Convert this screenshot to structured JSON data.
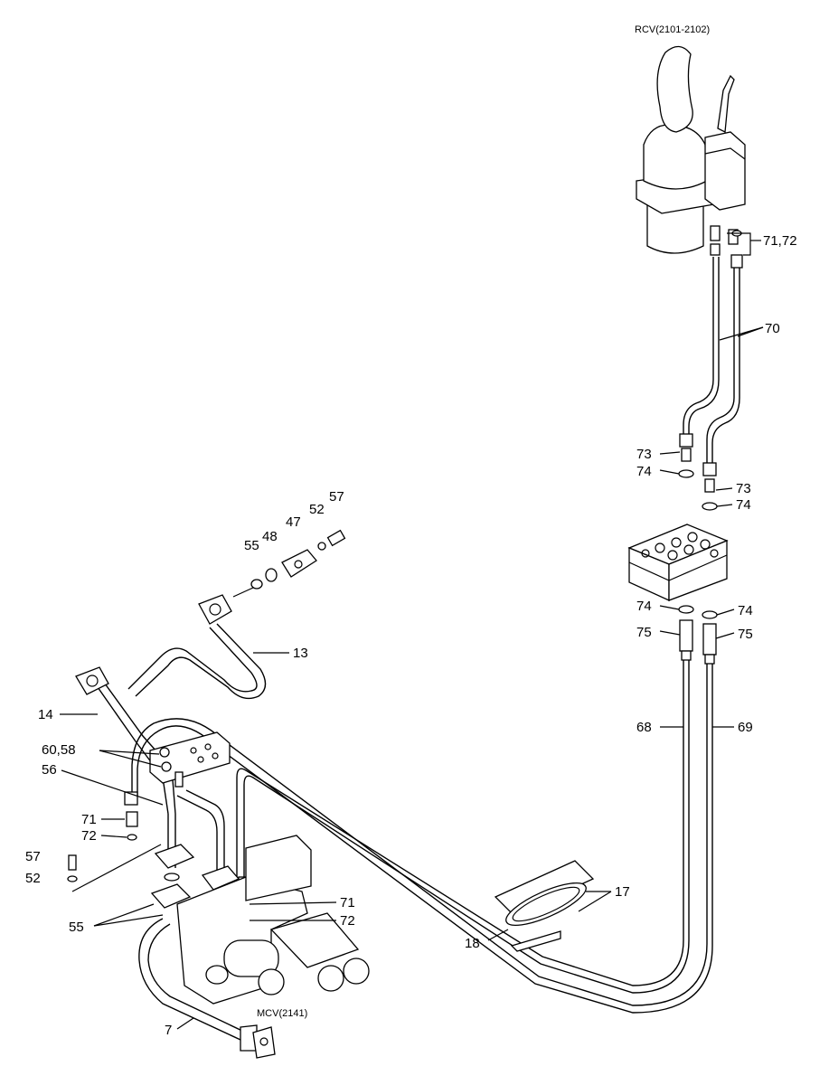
{
  "titles": {
    "rcv": "RCV(2101-2102)",
    "mcv": "MCV(2141)"
  },
  "labels": {
    "p71_72": "71,72",
    "p70": "70",
    "p73a": "73",
    "p74a": "74",
    "p73b": "73",
    "p74b": "74",
    "p74c": "74",
    "p74d": "74",
    "p75a": "75",
    "p75b": "75",
    "p68": "68",
    "p69": "69",
    "p17": "17",
    "p18": "18",
    "p13": "13",
    "p14": "14",
    "p55a": "55",
    "p48": "48",
    "p47": "47",
    "p52a": "52",
    "p57a": "57",
    "p60_58": "60,58",
    "p56": "56",
    "p71a": "71",
    "p72a": "72",
    "p57b": "57",
    "p52b": "52",
    "p55b": "55",
    "p71b": "71",
    "p72b": "72",
    "p7": "7"
  }
}
